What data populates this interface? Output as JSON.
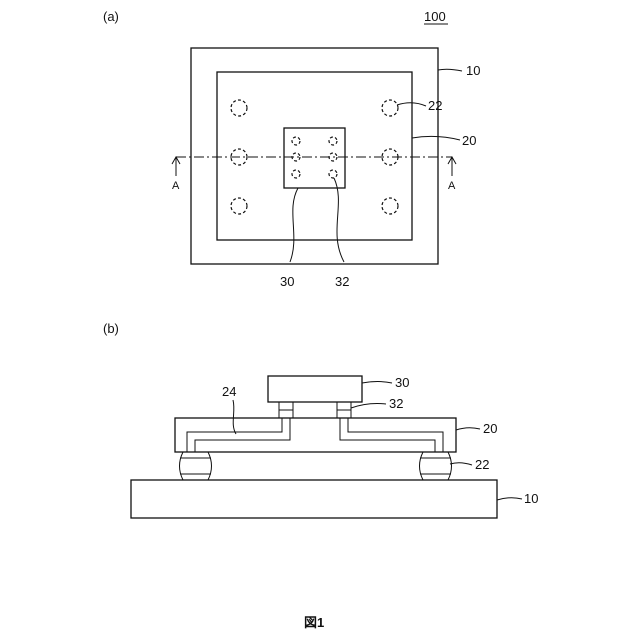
{
  "figure": {
    "caption": "図1",
    "reference_number": "100",
    "view_a": {
      "label": "(a)",
      "section_marker_left": "A",
      "section_marker_right": "A",
      "callouts": {
        "substrate": "10",
        "interposer": "20",
        "bump_22": "22",
        "chip": "30",
        "bump_32": "32"
      }
    },
    "view_b": {
      "label": "(b)",
      "callouts": {
        "chip": "30",
        "bump_32": "32",
        "interposer": "20",
        "wiring": "24",
        "bump_22": "22",
        "substrate": "10"
      }
    }
  }
}
